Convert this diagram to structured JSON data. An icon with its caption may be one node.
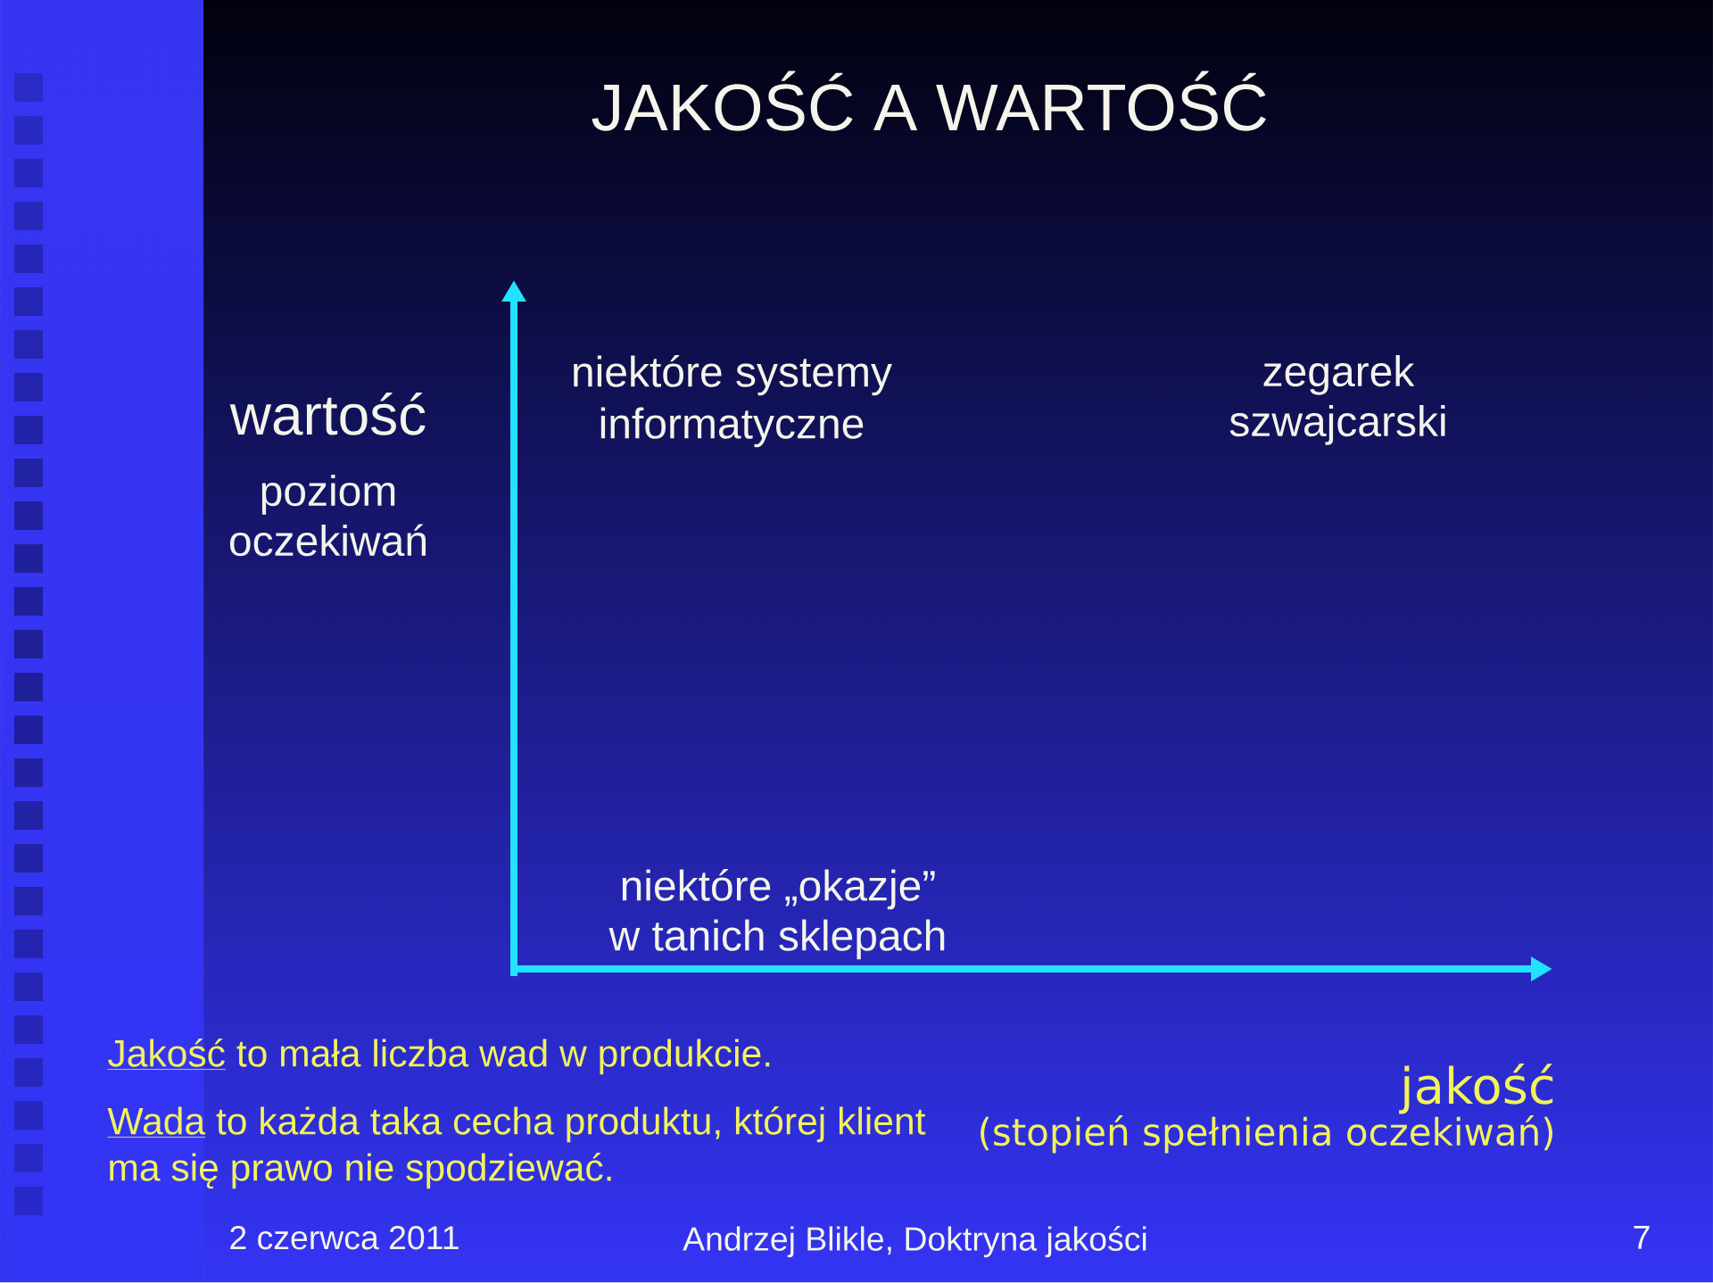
{
  "diagram": {
    "title": "JAKOŚĆ A WARTOŚĆ",
    "labels": [
      "wartość",
      "poziom oczekiwań",
      "niektóre systemy informatyczne",
      "zegarek szwajcarski",
      "niektóre „okazje” w tanich sklepach",
      "Jakość to mała liczba wad w produkcie.",
      "Wada to każda taka cecha produktu, której klient ma się prawo nie spodziewać.",
      "jakość",
      "(stopień spełnienia oczekiwań)",
      "2 czerwca 2011",
      "Andrzej Blikle, Doktryna jakości",
      "7"
    ]
  }
}
